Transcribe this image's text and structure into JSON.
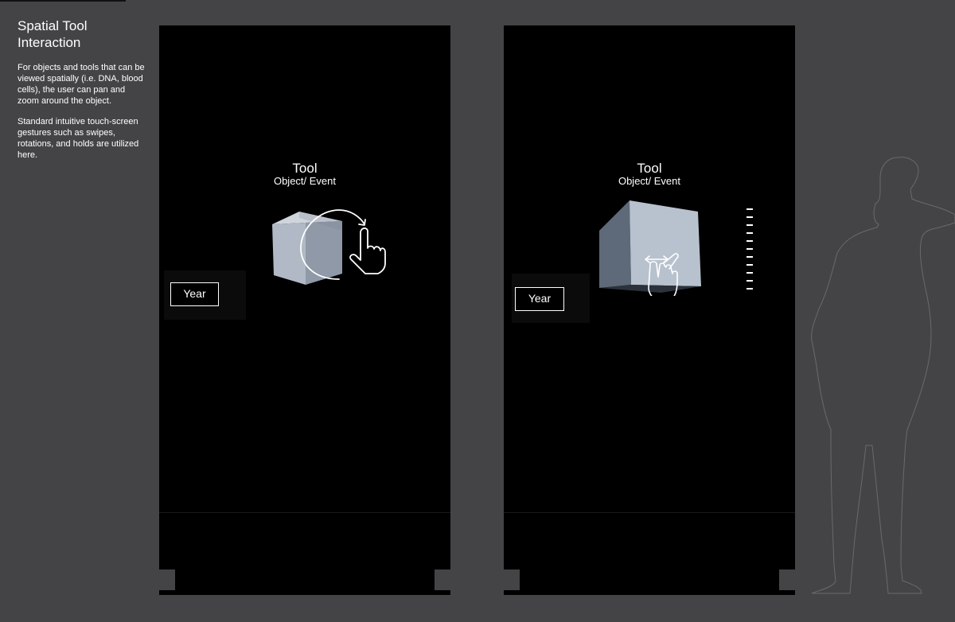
{
  "sidebar": {
    "title_line1": "Spatial Tool",
    "title_line2": "Interaction",
    "paragraph1": "For objects and tools that can be viewed spatially (i.e. DNA, blood cells), the user can pan and zoom around the object.",
    "paragraph2": "Standard intuitive touch-screen gestures such as swipes, rotations, and holds are utilized here."
  },
  "kiosk_left": {
    "title": "Tool",
    "subtitle": "Object/ Event",
    "year_label": "Year",
    "gesture": "rotate-gesture-icon"
  },
  "kiosk_right": {
    "title": "Tool",
    "subtitle": "Object/ Event",
    "year_label": "Year",
    "gesture": "pinch-zoom-gesture-icon"
  },
  "colors": {
    "background": "#444446",
    "screen": "#000000",
    "cube_light": "#b7c0cc",
    "cube_dark": "#5d6878"
  }
}
